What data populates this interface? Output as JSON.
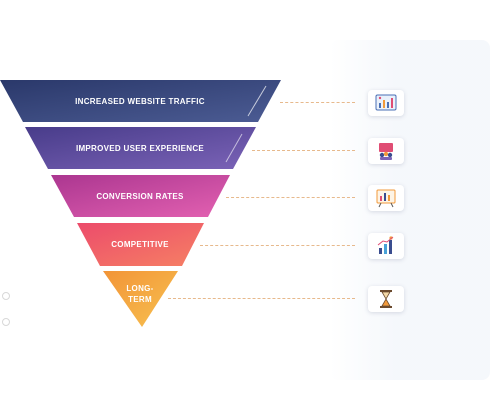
{
  "funnel": {
    "stages": [
      {
        "label": "INCREASED WEBSITE TRAFFIC",
        "color_from": "#2c3a6c",
        "color_to": "#4b5a92",
        "icon": "website-traffic-chart-icon"
      },
      {
        "label": "IMPROVED USER EXPERIENCE",
        "color_from": "#4a3e8c",
        "color_to": "#7a62b5",
        "icon": "user-experience-icon"
      },
      {
        "label": "CONVERSION RATES",
        "color_from": "#b0398f",
        "color_to": "#e05fb0",
        "icon": "conversion-board-icon"
      },
      {
        "label": "COMPETITIVE",
        "color_from": "#ee4f6a",
        "color_to": "#f57a63",
        "icon": "competitive-growth-icon"
      },
      {
        "label": "LONG-\nTERM",
        "color_from": "#f39a3a",
        "color_to": "#f6bd4c",
        "icon": "hourglass-icon"
      }
    ]
  }
}
